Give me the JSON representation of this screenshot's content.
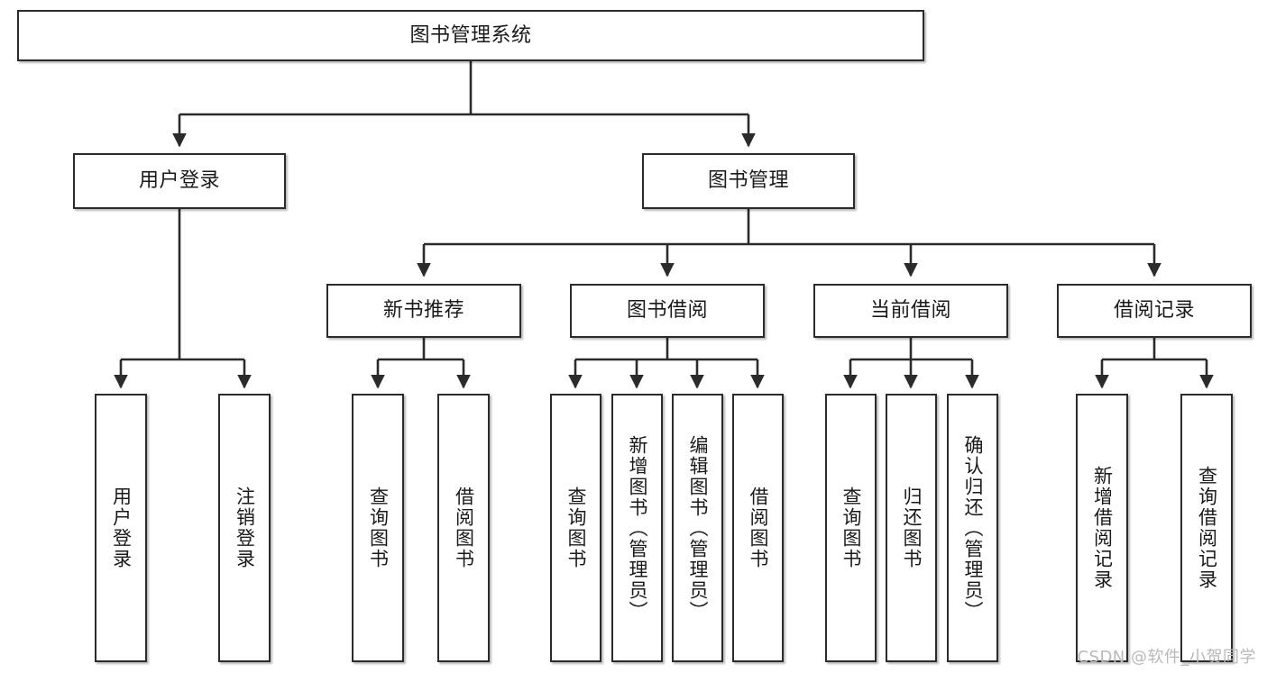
{
  "diagram": {
    "title": "图书管理系统",
    "type": "tree-hierarchy",
    "watermark": "CSDN @软件_小贺同学",
    "colors": {
      "box_border": "#2b2b2b",
      "box_fill": "#ffffff",
      "edge": "#2b2b2b",
      "text": "#1a1a1a",
      "watermark": "#b9b9b9",
      "background": "#ffffff"
    },
    "nodes": {
      "root": {
        "label": "图书管理系统"
      },
      "level1": [
        {
          "id": "user-login",
          "label": "用户登录"
        },
        {
          "id": "book-manage",
          "label": "图书管理"
        }
      ],
      "level2": [
        {
          "id": "new-book-recommend",
          "label": "新书推荐"
        },
        {
          "id": "book-borrow",
          "label": "图书借阅"
        },
        {
          "id": "current-borrow",
          "label": "当前借阅"
        },
        {
          "id": "borrow-record",
          "label": "借阅记录"
        }
      ],
      "leaves": {
        "user_login": [
          {
            "id": "leaf-user-login",
            "label": "用户登录"
          },
          {
            "id": "leaf-logout-login",
            "label": "注销登录"
          }
        ],
        "new_book_recommend": [
          {
            "id": "leaf-query-book-1",
            "label": "查询图书"
          },
          {
            "id": "leaf-borrow-book-1",
            "label": "借阅图书"
          }
        ],
        "book_borrow": [
          {
            "id": "leaf-query-book-2",
            "label": "查询图书"
          },
          {
            "id": "leaf-add-book",
            "label": "新增图书（管理员）"
          },
          {
            "id": "leaf-edit-book",
            "label": "编辑图书（管理员）"
          },
          {
            "id": "leaf-borrow-book-2",
            "label": "借阅图书"
          }
        ],
        "current_borrow": [
          {
            "id": "leaf-query-book-3",
            "label": "查询图书"
          },
          {
            "id": "leaf-return-book",
            "label": "归还图书"
          },
          {
            "id": "leaf-confirm-return",
            "label": "确认归还（管理员）"
          }
        ],
        "borrow_record": [
          {
            "id": "leaf-add-record",
            "label": "新增借阅记录"
          },
          {
            "id": "leaf-query-record",
            "label": "查询借阅记录"
          }
        ]
      }
    }
  }
}
